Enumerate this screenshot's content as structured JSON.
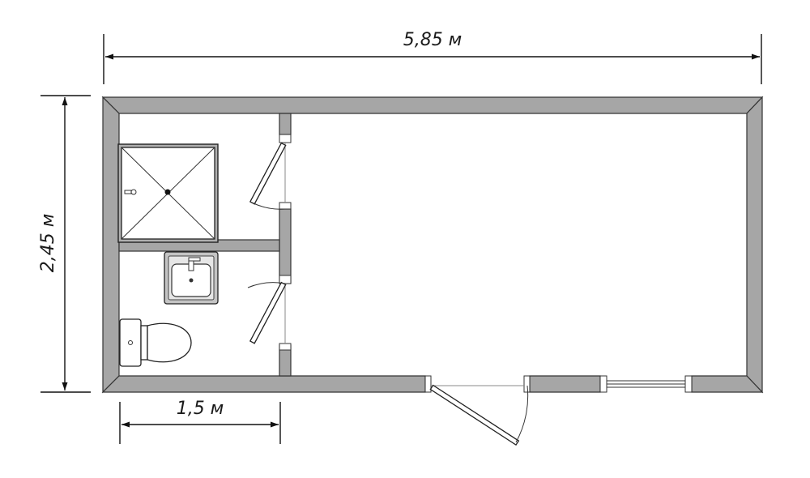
{
  "dimensions": {
    "total_length": "5,85 м",
    "total_width": "2,45 м",
    "bathroom_width": "1,5 м"
  },
  "colors": {
    "wall_fill": "#a6a6a6",
    "outline": "#333333",
    "background": "#ffffff"
  },
  "fixtures": {
    "shower": "shower-tray-icon",
    "sink": "sink-icon",
    "toilet": "toilet-icon"
  }
}
